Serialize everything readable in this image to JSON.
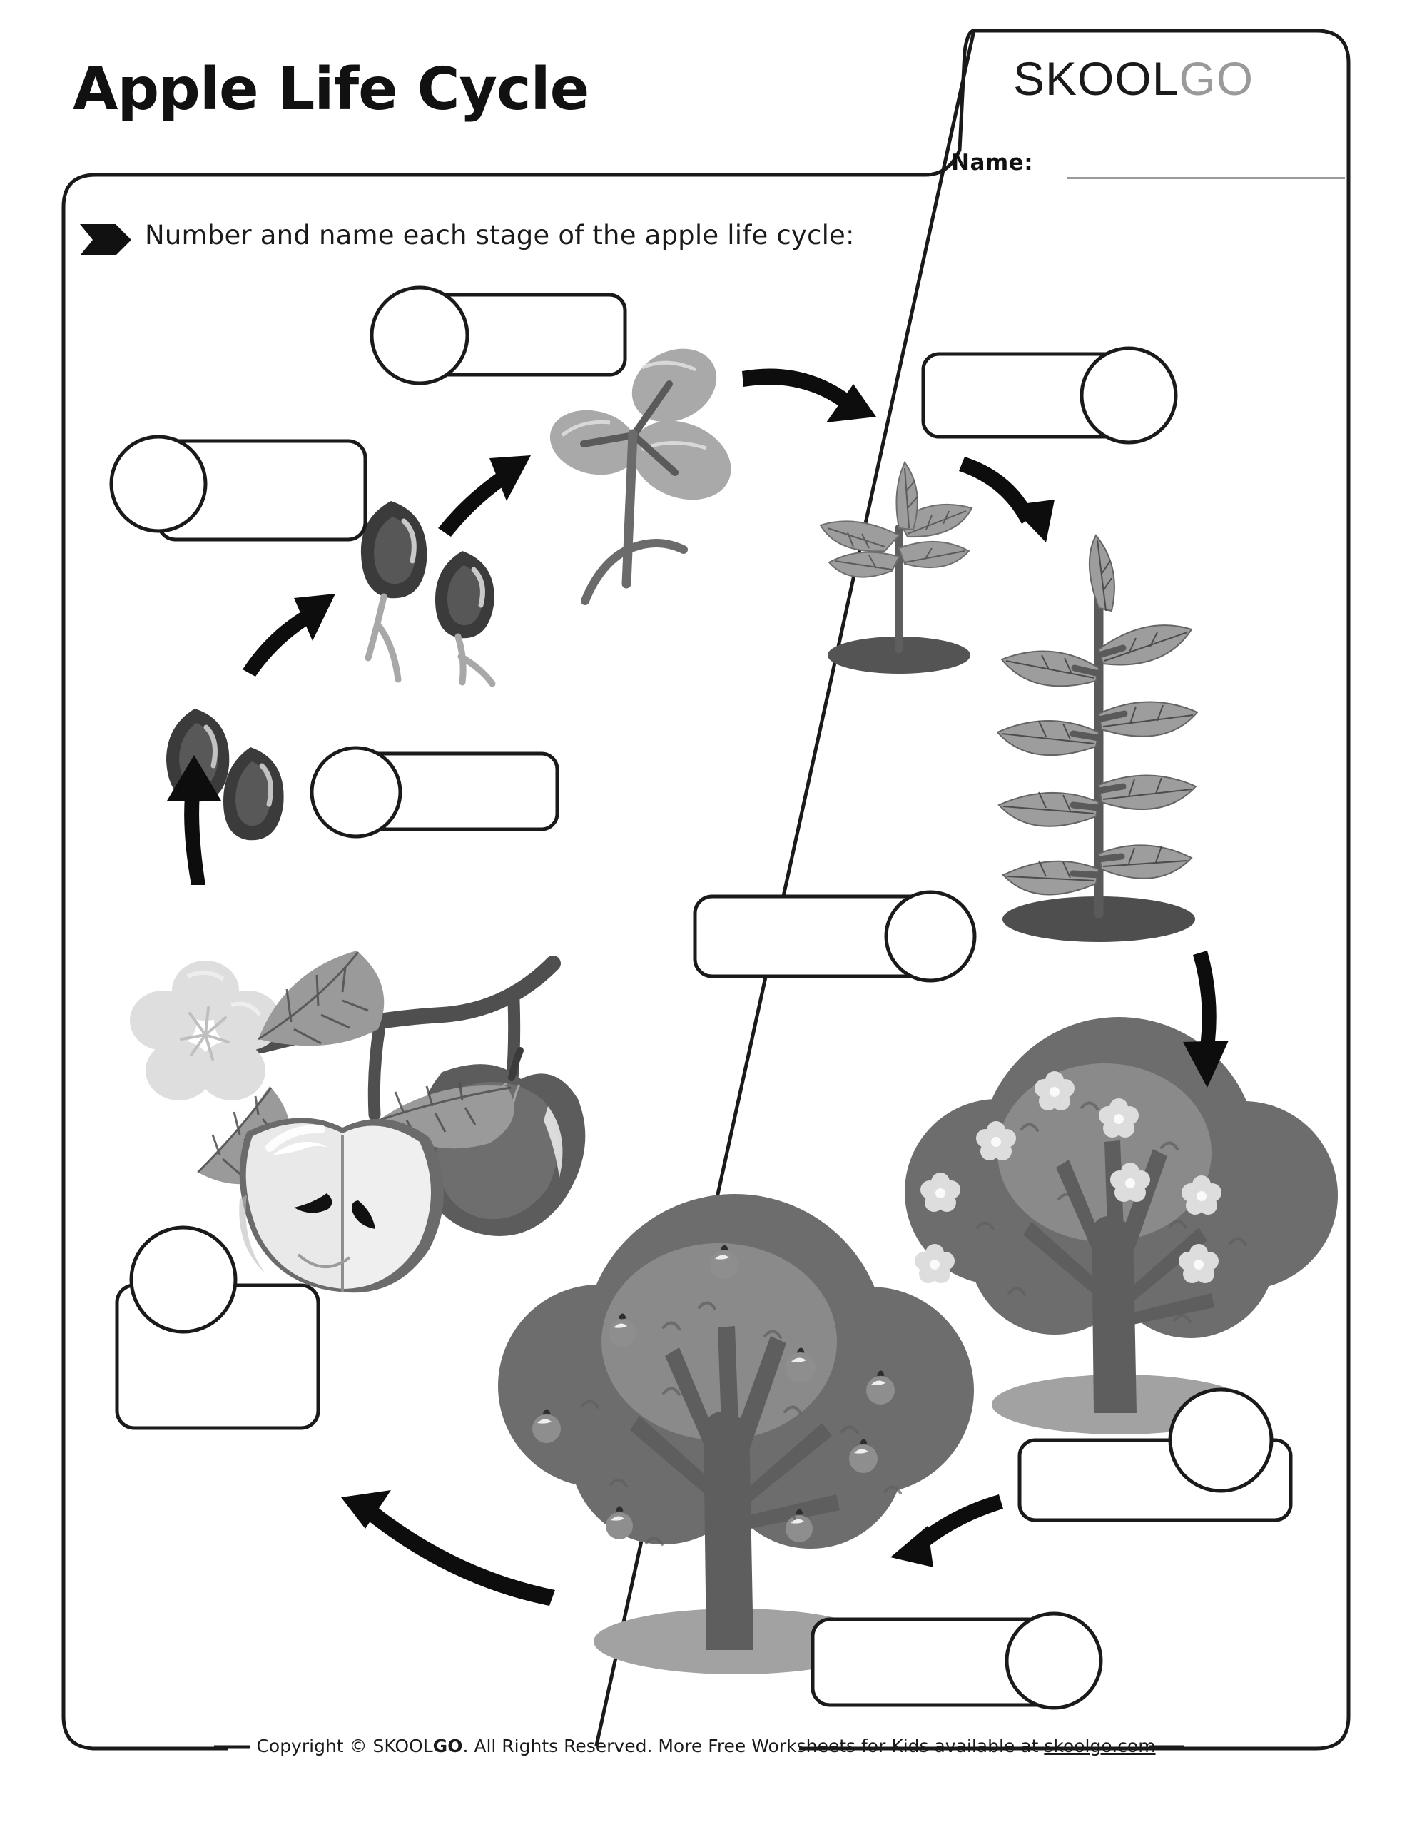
{
  "page": {
    "title": "Apple Life Cycle",
    "logo_primary": "SKOOL",
    "logo_secondary": "GO",
    "name_label": "Name:",
    "name_value": "",
    "instruction": "Number and name each stage of the apple life cycle:",
    "bullet_icon": "chevron-flag-icon"
  },
  "footer": {
    "prefix": "Copyright © SKOOL",
    "brand_bold": "GO",
    "middle": ". All Rights Reserved. More Free Worksheets for Kids available at ",
    "link": "skoolgo.com"
  },
  "colors": {
    "ink": "#111111",
    "logo_gray": "#9a9a9a",
    "rule_gray": "#9b9b9b",
    "leaf_light": "#a8a8a8",
    "leaf_mid": "#8e8e8e",
    "leaf_dark": "#5e5e5e",
    "seed_dark": "#3b3b3b",
    "trunk": "#585858",
    "canopy": "#6f6f6f",
    "canopy_light": "#8d8d8d",
    "ground": "#9e9e9e",
    "blossom": "#e2e2e2",
    "apple_flesh": "#efefef",
    "apple_skin": "#6a6a6a"
  },
  "stages": [
    {
      "id": "stage-seed",
      "number": "",
      "name": "",
      "circle_side": "left",
      "illustration": "apple-seeds-icon"
    },
    {
      "id": "stage-germinating-seed",
      "number": "",
      "name": "",
      "circle_side": "left",
      "illustration": "germinating-seed-icon"
    },
    {
      "id": "stage-sprout",
      "number": "",
      "name": "",
      "circle_side": "left",
      "illustration": "sprout-icon"
    },
    {
      "id": "stage-seedling",
      "number": "",
      "name": "",
      "circle_side": "right",
      "illustration": "seedling-icon"
    },
    {
      "id": "stage-young-plant",
      "number": "",
      "name": "",
      "circle_side": "right",
      "illustration": "young-plant-icon"
    },
    {
      "id": "stage-blossoming-tree",
      "number": "",
      "name": "",
      "circle_side": "right",
      "illustration": "blossoming-tree-icon"
    },
    {
      "id": "stage-fruiting-tree",
      "number": "",
      "name": "",
      "circle_side": "right",
      "illustration": "fruiting-tree-icon"
    },
    {
      "id": "stage-apple-fruit",
      "number": "",
      "name": "",
      "circle_side": "top-left",
      "illustration": "apple-fruit-icon"
    }
  ],
  "arrows": [
    {
      "id": "arrow-seed-to-germinating",
      "direction": "up-right"
    },
    {
      "id": "arrow-germinating-to-sprout",
      "direction": "up-right"
    },
    {
      "id": "arrow-sprout-to-seedling",
      "direction": "right-down"
    },
    {
      "id": "arrow-seedling-to-young-plant",
      "direction": "down-right"
    },
    {
      "id": "arrow-young-plant-to-blossoming-tree",
      "direction": "down"
    },
    {
      "id": "arrow-blossoming-to-fruiting",
      "direction": "left"
    },
    {
      "id": "arrow-fruiting-to-apple",
      "direction": "up-left"
    },
    {
      "id": "arrow-apple-to-seed",
      "direction": "up"
    }
  ]
}
